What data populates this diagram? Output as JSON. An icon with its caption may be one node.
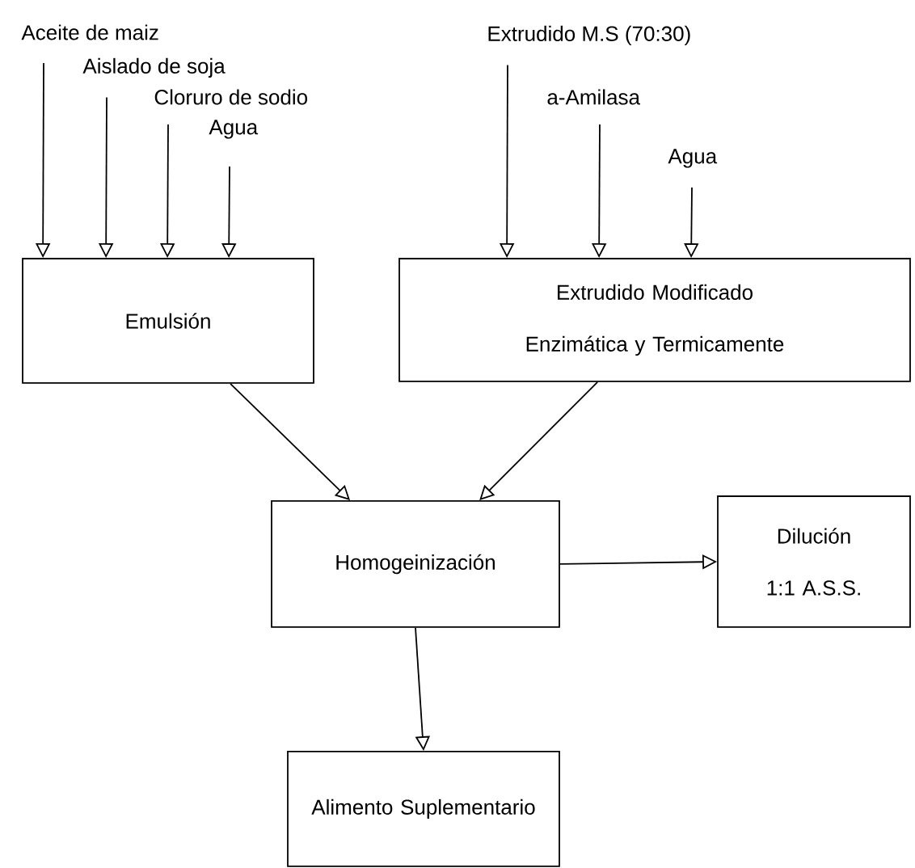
{
  "diagram": {
    "nodes": [
      {
        "text": [
          "Aceite de maiz"
        ]
      },
      {
        "text": [
          "Aislado de soja"
        ]
      },
      {
        "text": [
          "Cloruro de sodio"
        ]
      },
      {
        "text": [
          "Agua"
        ]
      },
      {
        "text": [
          "Extrudido M.S (70:30)"
        ]
      },
      {
        "text": [
          "a-Amilasa"
        ]
      },
      {
        "text": [
          "Agua"
        ]
      },
      {
        "text": [
          "Emulsión"
        ]
      },
      {
        "text": [
          "Extrudido Modificado Enzimática y Termicamente"
        ]
      },
      {
        "text": [
          "Homogeinización"
        ]
      },
      {
        "text": [
          "Dilución 1:1 A.S.S."
        ]
      },
      {
        "text": [
          "Alimento Suplementario"
        ]
      }
    ],
    "edges": [
      {
        "from": 0,
        "to": 7,
        "arrow": "to"
      },
      {
        "from": 1,
        "to": 7,
        "arrow": "to"
      },
      {
        "from": 2,
        "to": 7,
        "arrow": "to"
      },
      {
        "from": 3,
        "to": 7,
        "arrow": "to"
      },
      {
        "from": 4,
        "to": 8,
        "arrow": "to"
      },
      {
        "from": 5,
        "to": 8,
        "arrow": "to"
      },
      {
        "from": 6,
        "to": 8,
        "arrow": "to"
      },
      {
        "from": 7,
        "to": 9,
        "arrow": "to"
      },
      {
        "from": 8,
        "to": 9,
        "arrow": "to"
      },
      {
        "from": 9,
        "to": 10,
        "arrow": "to"
      },
      {
        "from": 9,
        "to": 11,
        "arrow": "to"
      }
    ]
  }
}
